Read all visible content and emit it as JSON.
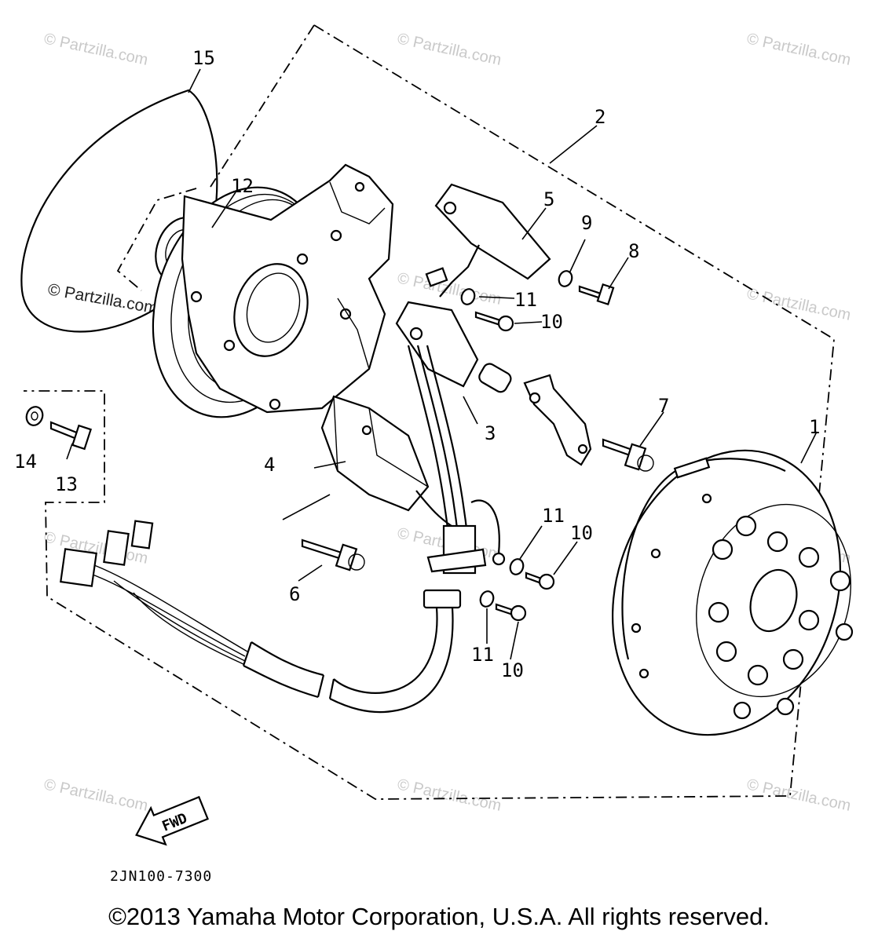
{
  "diagram": {
    "callouts": {
      "c1": "1",
      "c2": "2",
      "c3": "3",
      "c4": "4",
      "c5": "5",
      "c6": "6",
      "c7": "7",
      "c8": "8",
      "c9": "9",
      "c10a": "10",
      "c10b": "10",
      "c10c": "10",
      "c11a": "11",
      "c11b": "11",
      "c11c": "11",
      "c12": "12",
      "c13": "13",
      "c14": "14",
      "c15": "15"
    },
    "fwd_label": "FWD",
    "diagram_code": "2JN100-7300",
    "watermark_text": "© Partzilla.com"
  },
  "footer": {
    "copyright": "©2013 Yamaha Motor Corporation, U.S.A. All rights reserved."
  }
}
